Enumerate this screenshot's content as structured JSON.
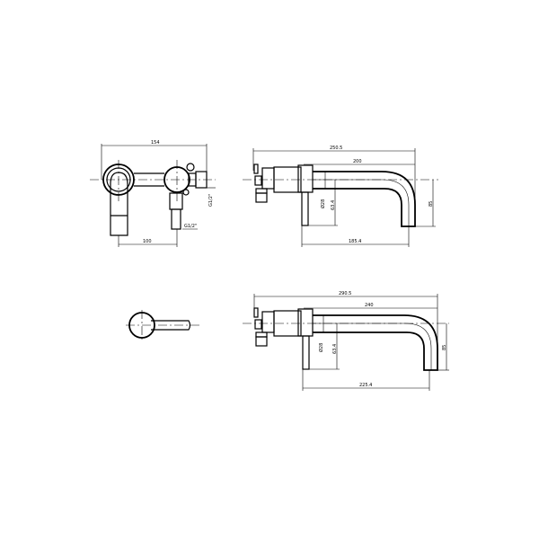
{
  "drawing": {
    "front_view": {
      "width_overall": "154",
      "centre_distance": "100",
      "inlet_thread_side": "G1/2\"",
      "inlet_thread_bottom": "G1/2\""
    },
    "side_view_short": {
      "overall_length": "250.5",
      "spout_projection": "200",
      "spout_diameter": "Ø28",
      "plate_height": "63.4",
      "spout_height": "85",
      "plate_to_outlet": "185.4"
    },
    "side_view_long": {
      "overall_length": "290.5",
      "spout_projection": "240",
      "spout_diameter": "Ø28",
      "plate_height": "63.4",
      "spout_height": "85",
      "plate_to_outlet": "225.4"
    }
  }
}
